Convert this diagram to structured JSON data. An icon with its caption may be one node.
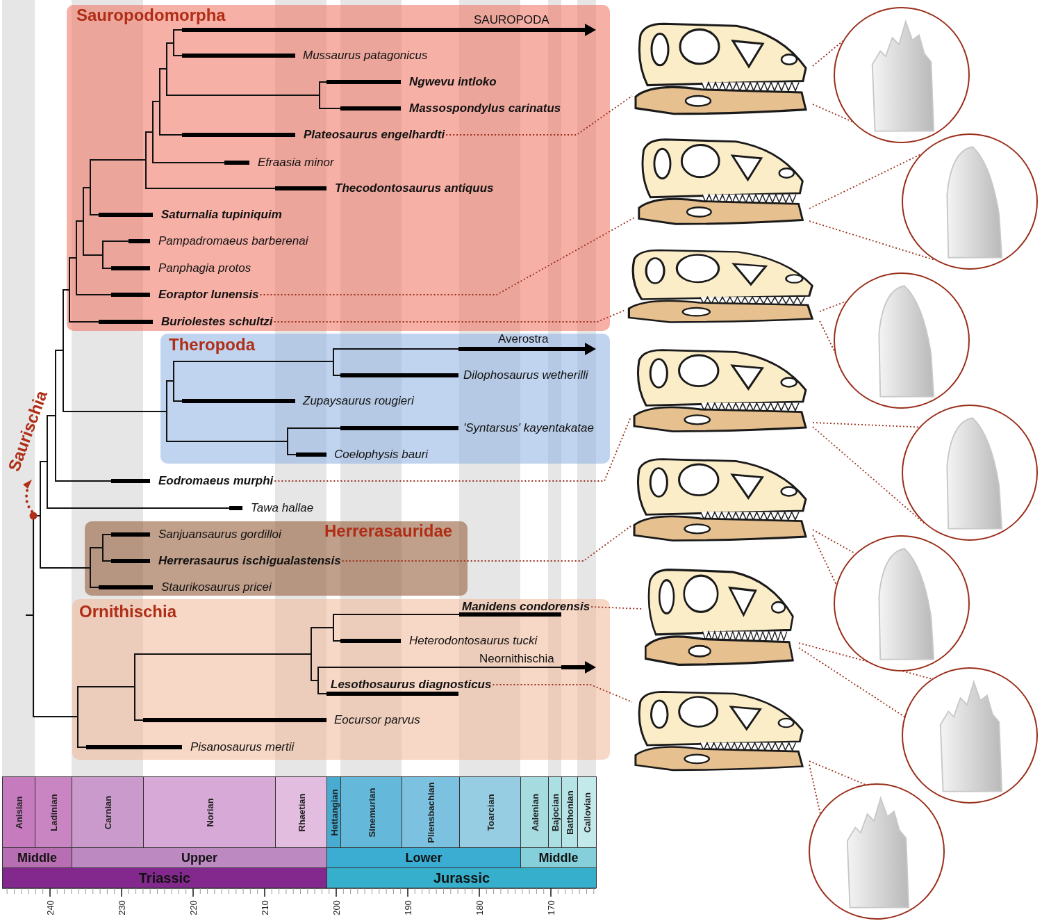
{
  "diagram": {
    "nodes": [
      {
        "text": [
          "Sauropodomorpha"
        ]
      },
      {
        "text": [
          "SAUROPODA"
        ],
        "in": 0
      },
      {
        "text": [
          "Mussaurus patagonicus"
        ],
        "in": 0
      },
      {
        "text": [
          "Ngwevu intloko"
        ],
        "in": 0
      },
      {
        "text": [
          "Massospondylus carinatus"
        ],
        "in": 0
      },
      {
        "text": [
          "Plateosaurus engelhardti"
        ],
        "in": 0
      },
      {
        "text": [
          "Efraasia minor"
        ],
        "in": 0
      },
      {
        "text": [
          "Thecodontosaurus antiquus"
        ],
        "in": 0
      },
      {
        "text": [
          "Saturnalia tupiniquim"
        ],
        "in": 0
      },
      {
        "text": [
          "Pampadromaeus barberenai"
        ],
        "in": 0
      },
      {
        "text": [
          "Panphagia protos"
        ],
        "in": 0
      },
      {
        "text": [
          "Eoraptor lunensis"
        ],
        "in": 0
      },
      {
        "text": [
          "Buriolestes schultzi"
        ],
        "in": 0
      },
      {
        "text": [
          "Theropoda"
        ]
      },
      {
        "text": [
          "Averostra"
        ],
        "in": 13
      },
      {
        "text": [
          "Dilophosaurus wetherilli"
        ],
        "in": 13
      },
      {
        "text": [
          "Zupaysaurus rougieri"
        ],
        "in": 13
      },
      {
        "text": [
          "'Syntarsus' kayentakatae"
        ],
        "in": 13
      },
      {
        "text": [
          "Coelophysis bauri"
        ],
        "in": 13
      },
      {
        "text": [
          "Eodromaeus murphi"
        ]
      },
      {
        "text": [
          "Tawa hallae"
        ]
      },
      {
        "text": [
          "Herrerasauridae"
        ]
      },
      {
        "text": [
          "Sanjuansaurus gordilloi"
        ],
        "in": 21
      },
      {
        "text": [
          "Herrerasaurus ischigualastensis"
        ],
        "in": 21
      },
      {
        "text": [
          "Staurikosaurus pricei"
        ],
        "in": 21
      },
      {
        "text": [
          "Ornithischia"
        ]
      },
      {
        "text": [
          "Manidens condorensis"
        ],
        "in": 25
      },
      {
        "text": [
          "Heterodontosaurus tucki"
        ],
        "in": 25
      },
      {
        "text": [
          "Neornithischia"
        ],
        "in": 25
      },
      {
        "text": [
          "Lesothosaurus diagnosticus"
        ],
        "in": 25
      },
      {
        "text": [
          "Eocursor parvus"
        ],
        "in": 25
      },
      {
        "text": [
          "Pisanosaurus mertii"
        ],
        "in": 25
      },
      {
        "text": [],
        "shape": "picture"
      },
      {
        "text": [],
        "shape": "picture"
      },
      {
        "text": [],
        "shape": "picture"
      },
      {
        "text": [],
        "shape": "picture"
      },
      {
        "text": [],
        "shape": "picture"
      },
      {
        "text": [],
        "shape": "picture"
      },
      {
        "text": [],
        "shape": "picture"
      },
      {
        "text": [],
        "shape": "picture"
      },
      {
        "text": [],
        "shape": "picture"
      },
      {
        "text": [],
        "shape": "picture"
      },
      {
        "text": [],
        "shape": "picture"
      },
      {
        "text": [],
        "shape": "picture"
      },
      {
        "text": [],
        "shape": "picture"
      },
      {
        "text": [],
        "shape": "picture"
      }
    ],
    "edges": [
      {
        "from": 5,
        "to": 32,
        "arrow": "none",
        "style": "dashed"
      },
      {
        "from": 11,
        "to": 33,
        "arrow": "none",
        "style": "dashed"
      },
      {
        "from": 12,
        "to": 34,
        "arrow": "none",
        "style": "dashed"
      },
      {
        "from": 19,
        "to": 35,
        "arrow": "none",
        "style": "dashed"
      },
      {
        "from": 23,
        "to": 36,
        "arrow": "none",
        "style": "dashed"
      },
      {
        "from": 26,
        "to": 37,
        "arrow": "none",
        "style": "dashed"
      },
      {
        "from": 29,
        "to": 38,
        "arrow": "none",
        "style": "dashed"
      },
      {
        "from": 32,
        "to": 39,
        "arrow": "none",
        "style": "dashed"
      },
      {
        "from": 32,
        "to": 39,
        "arrow": "none",
        "style": "dashed"
      },
      {
        "from": 33,
        "to": 40,
        "arrow": "none",
        "style": "dashed"
      },
      {
        "from": 33,
        "to": 40,
        "arrow": "none",
        "style": "dashed"
      },
      {
        "from": 34,
        "to": 41,
        "arrow": "none",
        "style": "dashed"
      },
      {
        "from": 34,
        "to": 41,
        "arrow": "none",
        "style": "dashed"
      },
      {
        "from": 35,
        "to": 42,
        "arrow": "none",
        "style": "dashed"
      },
      {
        "from": 35,
        "to": 42,
        "arrow": "none",
        "style": "dashed"
      },
      {
        "from": 36,
        "to": 43,
        "arrow": "none",
        "style": "dashed"
      },
      {
        "from": 36,
        "to": 43,
        "arrow": "none",
        "style": "dashed"
      },
      {
        "from": 37,
        "to": 44,
        "arrow": "none",
        "style": "dashed"
      },
      {
        "from": 37,
        "to": 44,
        "arrow": "none",
        "style": "dashed"
      },
      {
        "from": 38,
        "to": 45,
        "arrow": "none",
        "style": "dashed"
      },
      {
        "from": 38,
        "to": 45,
        "arrow": "none",
        "style": "dashed"
      }
    ],
    "labels": [
      "Saurischia",
      "Anisian",
      "Ladinian",
      "Carnian",
      "Norian",
      "Rhaetian",
      "Hettangian",
      "Sinemurian",
      "Pliensbachian",
      "Toarcian",
      "Aalenian",
      "Bajocian",
      "Bathonian",
      "Callovian",
      "Middle",
      "Upper",
      "Lower",
      "Middle",
      "Triassic",
      "Jurassic",
      "240",
      "230",
      "220",
      "210",
      "200",
      "190",
      "180",
      "170"
    ]
  }
}
